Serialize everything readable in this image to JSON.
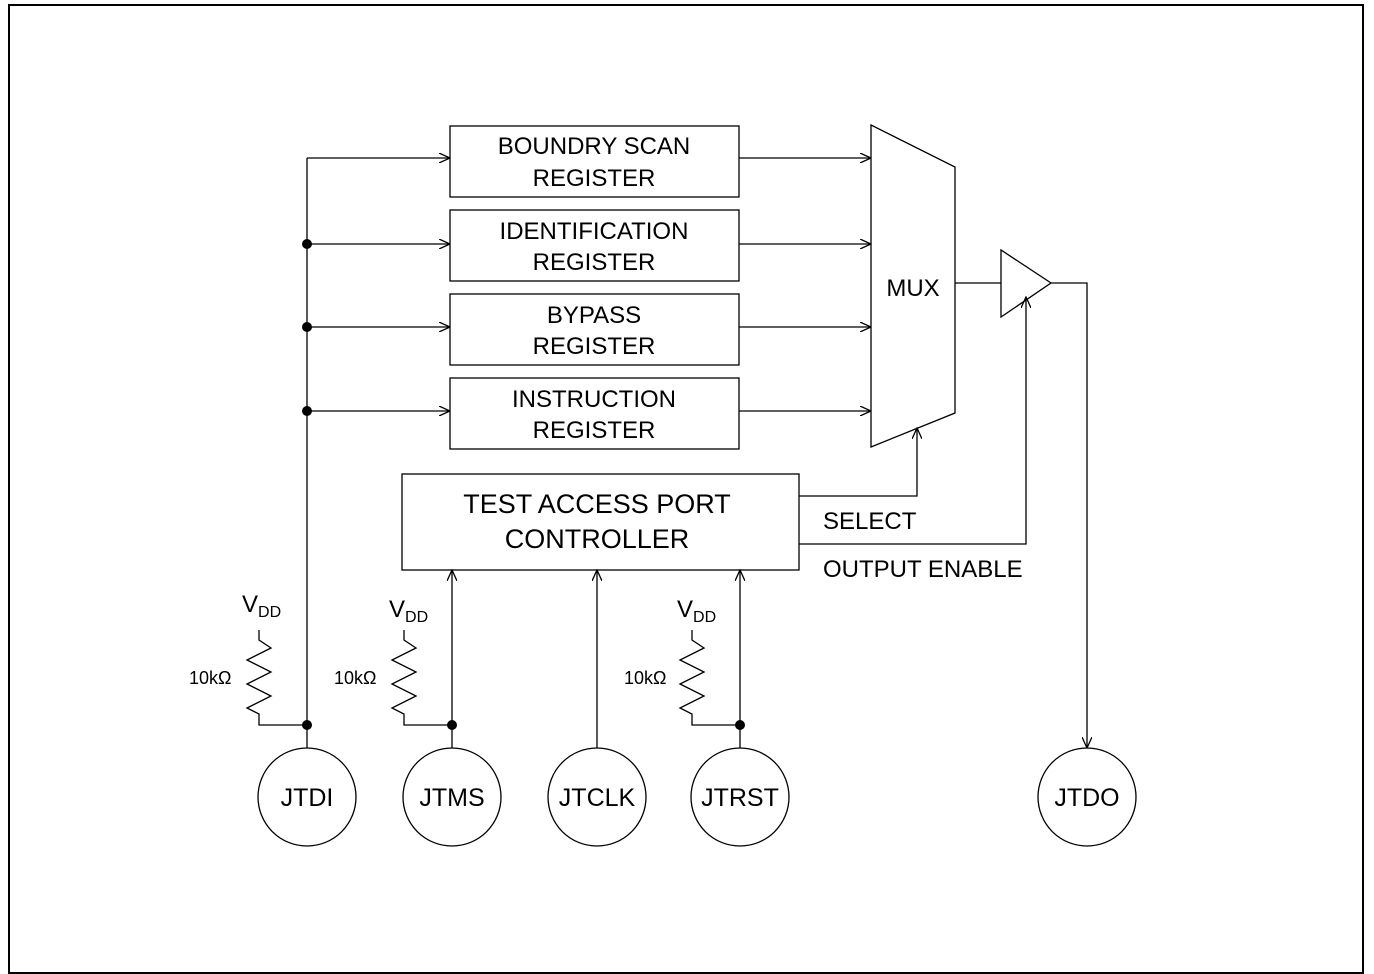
{
  "registers": [
    {
      "line1": "BOUNDRY SCAN",
      "line2": "REGISTER"
    },
    {
      "line1": "IDENTIFICATION",
      "line2": "REGISTER"
    },
    {
      "line1": "BYPASS",
      "line2": "REGISTER"
    },
    {
      "line1": "INSTRUCTION",
      "line2": "REGISTER"
    }
  ],
  "mux_label": "MUX",
  "tap": {
    "line1": "TEST ACCESS PORT",
    "line2": "CONTROLLER"
  },
  "signals": {
    "select": "SELECT",
    "output_enable": "OUTPUT ENABLE"
  },
  "pins": {
    "jtdi": "JTDI",
    "jtms": "JTMS",
    "jtclk": "JTCLK",
    "jtrst": "JTRST",
    "jtdo": "JTDO"
  },
  "supply": {
    "v": "V",
    "sub": "DD"
  },
  "resistor": "10kΩ"
}
